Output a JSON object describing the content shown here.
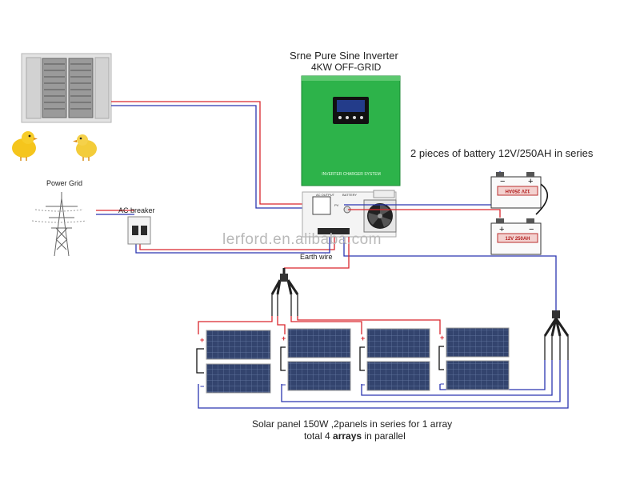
{
  "inverter": {
    "title_line1": "Srne Pure  Sine Inverter",
    "title_line2": "4KW OFF-GRID",
    "panel_caption": "INVERTER CHARGER SYSTEM",
    "terminal_output": "AC OUTPUT",
    "terminal_battery": "BATTERY",
    "terminal_pv": "PV",
    "color": "#2db34a"
  },
  "labels": {
    "battery_series": "2 pieces of battery 12V/250AH in series",
    "power_grid": "Power Grid",
    "ac_breaker": "AC breaker",
    "earth_wire": "Earth wire",
    "watermark": "lerford.en.alibaba.com",
    "solar_line1": "Solar panel 150W ,2panels in series for 1 array",
    "solar_line2_prefix": "total 4 ",
    "solar_line2_bold": "arrays",
    "solar_line2_suffix": " in parallel"
  },
  "batteries": [
    {
      "label": "12V 250AH"
    },
    {
      "label": "12V 250AH"
    }
  ],
  "terminals": {
    "plus": "+",
    "minus": "−"
  },
  "colors": {
    "wire_red": "#d9262c",
    "wire_blue": "#2b35b0",
    "panel": "#3d4f7a",
    "inverter": "#2db34a"
  },
  "icons": [
    "incubator-icon",
    "chick-icon",
    "power-tower-icon",
    "breaker-icon",
    "fan-icon",
    "battery-icon",
    "solar-panel-icon",
    "mc4-connector-icon"
  ]
}
